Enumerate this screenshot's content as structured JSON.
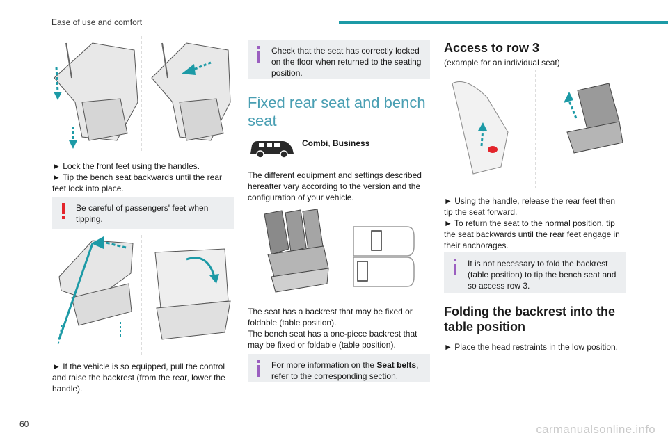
{
  "header": {
    "title": "Ease of use and comfort",
    "accent_color": "#1c9aa6"
  },
  "page_number": "60",
  "watermark": "carmanualsonline.info",
  "col1": {
    "step1": "► Lock the front feet using the handles.",
    "step2": "► Tip the bench seat backwards until the rear feet lock into place.",
    "warning": "Be careful of passengers' feet when tipping.",
    "step3": "► If the vehicle is so equipped, pull the control and raise the backrest (from the rear, lower the handle)."
  },
  "col2": {
    "info1": "Check that the seat has correctly locked on the floor when returned to the seating position.",
    "heading": "Fixed rear seat and bench seat",
    "versions_a": "Combi",
    "versions_sep": ", ",
    "versions_b": "Business",
    "para1": "The different equipment and settings described hereafter vary according to the version and the configuration of your vehicle.",
    "para2a": "The seat has a backrest that may be fixed or foldable (table position).",
    "para2b": "The bench seat has a one-piece backrest that may be fixed or foldable (table position).",
    "info2_pre": "For more information on the ",
    "info2_bold": "Seat belts",
    "info2_post": ", refer to the corresponding section."
  },
  "col3": {
    "heading1": "Access to row 3",
    "subtitle": "(example for an individual seat)",
    "step1": "► Using the handle, release the rear feet then tip the seat forward.",
    "step2": "► To return the seat to the normal position, tip the seat backwards until the rear feet engage in their anchorages.",
    "info": "It is not necessary to fold the backrest (table position) to tip the bench seat and so access row 3.",
    "heading2": "Folding the backrest into the table position",
    "step3": "► Place the head restraints in the low position."
  },
  "colors": {
    "warning": "#e3242b",
    "info": "#9b5fc0",
    "teal": "#1c9aa6",
    "note_bg": "#eceef0"
  }
}
